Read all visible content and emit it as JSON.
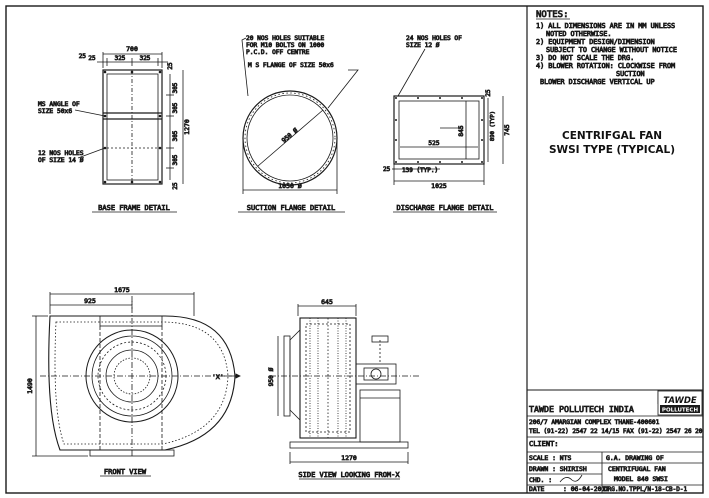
{
  "notes": {
    "heading": "NOTES:",
    "n1a": "1) ALL DIMENSIONS ARE IN MM UNLESS",
    "n1b": "NOTED OTHERWISE.",
    "n2a": "2) EQUIPMENT DESIGN/DIMENSION",
    "n2b": "SUBJECT TO CHANGE WITHOUT NOTICE",
    "n3": "3) DO NOT SCALE THE DRG.",
    "n4a": "4) BLOWER ROTATION: CLOCKWISE FROM",
    "n4b": "SUCTION",
    "n4c": "BLOWER DISCHARGE VERTICAL UP"
  },
  "title": {
    "line1": "CENTRIFGAL FAN",
    "line2": "SWSI TYPE (TYPICAL)"
  },
  "base_frame": {
    "caption": "BASE FRAME DETAIL",
    "w700": "700",
    "w325a": "325",
    "w325b": "325",
    "w25a": "25",
    "w25b": "25",
    "h1270": "1270",
    "h305a": "305",
    "h305b": "305",
    "h305c": "305",
    "h305d": "305",
    "h25a": "25",
    "h25b": "25",
    "angle1": "MS ANGLE OF",
    "angle2": "SIZE 50x6",
    "holes1": "12 NOS HOLES",
    "holes2": "OF SIZE 14 Ø"
  },
  "suction": {
    "caption": "SUCTION FLANGE DETAIL",
    "note1": "20 NOS HOLES SUITABLE",
    "note2": "FOR M10 BOLTS ON 1000",
    "note3": "P.C.D. OFF CENTRE",
    "flange": "M S FLANGE OF SIZE 50x6",
    "dia": "950 Ø",
    "width": "1050 Ø"
  },
  "discharge": {
    "caption": "DISCHARGE FLANGE DETAIL",
    "holes1": "24 NOS HOLES OF",
    "holes2": "SIZE 12 Ø",
    "d25a": "25",
    "d525": "525",
    "d845": "845",
    "d890": "890 (TYP)",
    "d745": "745",
    "d25b": "25",
    "d139": "139 (TYP.)",
    "d1025": "1025"
  },
  "front": {
    "caption": "FRONT VIEW",
    "w1675": "1675",
    "w925": "925",
    "h1490": "1490",
    "axis": "'X'"
  },
  "side": {
    "caption": "SIDE VIEW LOOKING FROM-X",
    "w645": "645",
    "h950": "950 Ø",
    "w1270": "1270"
  },
  "title_block": {
    "company": "TAWDE POLLUTECH INDIA",
    "logo_top": "TAWDE",
    "logo_bottom": "POLLUTECH",
    "address": "206/7 AMARGIAN COMPLEX THANE-400601",
    "phone": "TEL (91-22) 2547 22 14/15 FAX (91-22) 2547 26 20",
    "client_label": "CLIENT:",
    "scale_label": "SCALE : NTS",
    "drawn_label": "DRAWN : SHIRISH",
    "chd_label": "CHD. :",
    "date_label": "DATE",
    "date_value": ": 06-04-2012",
    "drawing_of": "G.A. DRAWING OF",
    "drawing_name": "CENTRIFUGAL FAN",
    "model": "MODEL 840 SWSI",
    "drg_no": "DRG.NO.TPPL/N-18-CB-D-1"
  }
}
